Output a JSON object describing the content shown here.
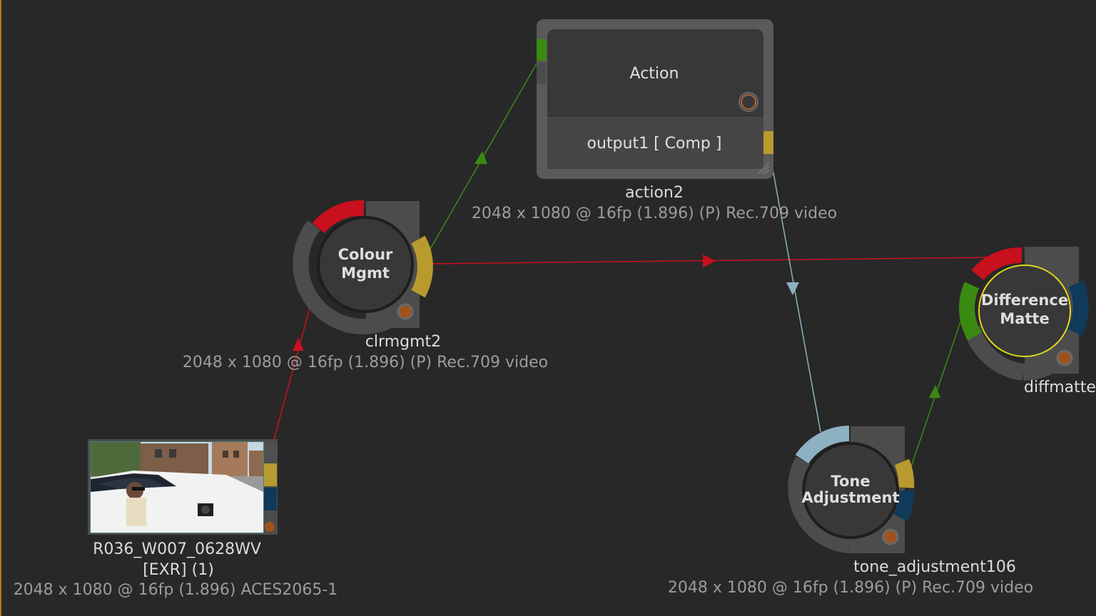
{
  "colors": {
    "background": "#282828",
    "edge_red": "#c8101e",
    "edge_green": "#3a8a12",
    "edge_blue": "#8eb1c2",
    "port_yellow": "#b89a2e",
    "port_blue": "#0f3a5a",
    "tab_gray": "#4c4c4c",
    "node_body": "#383838",
    "select_yellow": "#e0d81a"
  },
  "nodes": {
    "clip": {
      "name": "R036_W007_0628WV",
      "sub": "[EXR] (1)",
      "info": "2048 x 1080 @ 16fp (1.896)  ACES2065-1"
    },
    "colour_mgmt": {
      "title_line1": "Colour",
      "title_line2": "Mgmt",
      "name": "clrmgmt2",
      "info": "2048 x 1080 @ 16fp (1.896) (P) Rec.709 video"
    },
    "action": {
      "title": "Action",
      "output": "output1 [ Comp ]",
      "name": "action2",
      "info": "2048 x 1080 @ 16fp (1.896) (P) Rec.709 video"
    },
    "difference_matte": {
      "title_line1": "Difference",
      "title_line2": "Matte",
      "name": "diffmatte"
    },
    "tone_adjustment": {
      "title_line1": "Tone",
      "title_line2": "Adjustment",
      "name": "tone_adjustment106",
      "info": "2048 x 1080 @ 16fp (1.896) (P) Rec.709 video"
    }
  },
  "icons": {
    "render_dot": "render-indicator-icon",
    "resize": "resize-grip-icon",
    "arrow": "edge-arrow-icon"
  }
}
